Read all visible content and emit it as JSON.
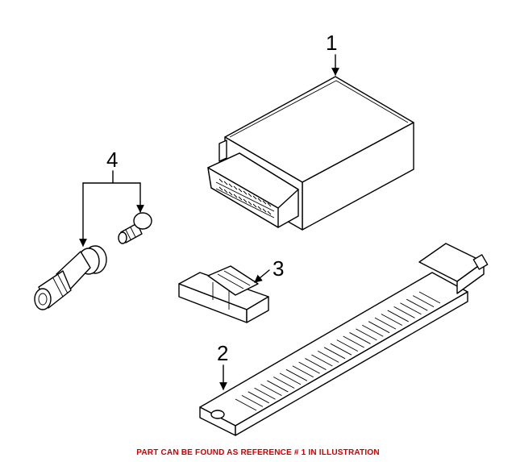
{
  "callouts": {
    "part1": "1",
    "part2": "2",
    "part3": "3",
    "part4": "4"
  },
  "caption": {
    "text": "PART CAN BE FOUND AS REFERENCE # 1 IN ILLUSTRATION",
    "color": "#cc0000"
  }
}
